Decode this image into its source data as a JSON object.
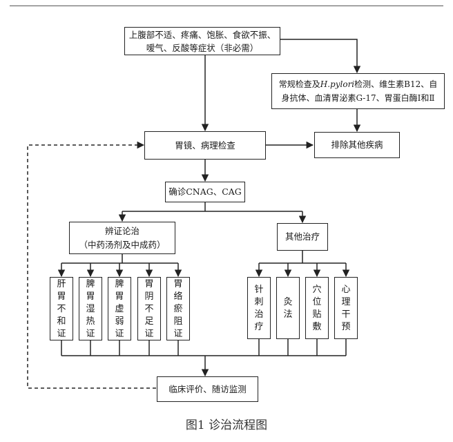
{
  "colors": {
    "line": "#222222",
    "text": "#1a1a1a"
  },
  "nodes": {
    "symptoms": "上腹部不适、疼痛、饱胀、食欲不振、\n嗳气、反酸等症状（非必需）",
    "routine_pre": "常规检查及",
    "routine_ital": "H.pylori",
    "routine_post": "检测、维生素B12、自\n身抗体、血清胃泌素G-17、胃蛋白酶Ⅰ和Ⅱ",
    "gastroscopy": "胃镜、病理检查",
    "exclude": "排除其他疾病",
    "diagnosis": "确诊CNAG、CAG",
    "tcm": "辨证论治\n（中药汤剂及中成药）",
    "other": "其他治疗",
    "tcm_types": [
      "肝\n胃\n不\n和\n证",
      "脾\n胃\n湿\n热\n证",
      "脾\n胃\n虚\n弱\n证",
      "胃\n阴\n不\n足\n证",
      "胃\n络\n瘀\n阻\n证"
    ],
    "other_types": [
      "针\n刺\n治\n疗",
      "灸\n法",
      "穴\n位\n贴\n敷",
      "心\n理\n干\n预"
    ],
    "followup": "临床评价、随访监测"
  },
  "caption": "图1   诊治流程图"
}
